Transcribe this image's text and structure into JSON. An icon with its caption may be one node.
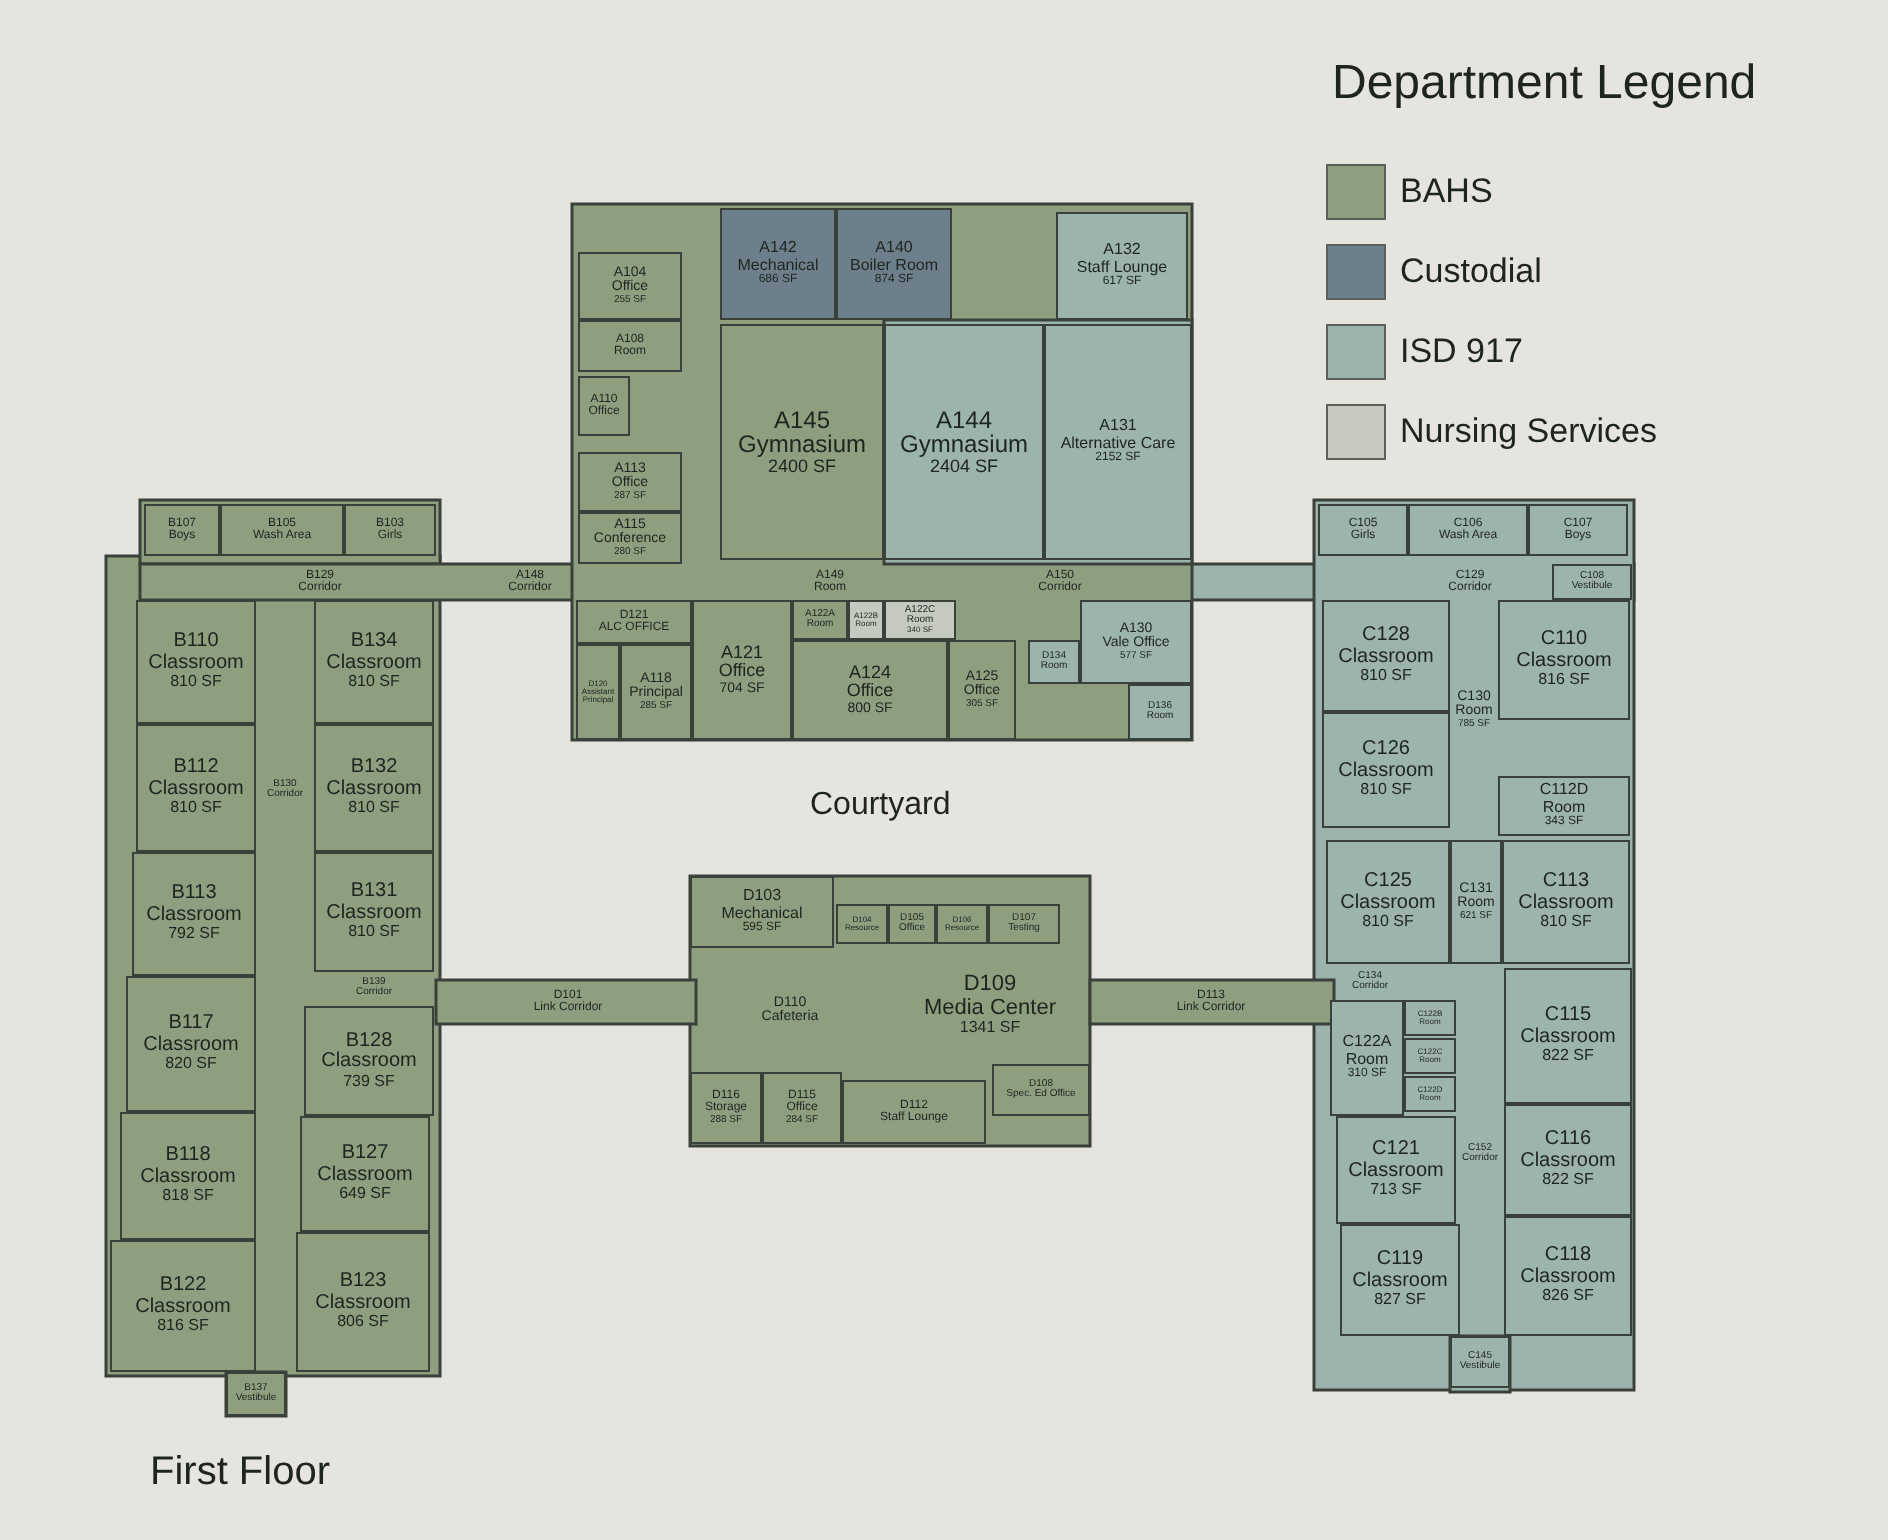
{
  "diagram": {
    "nodes": [
      {
        "text": [
          "A142",
          "Mechanical",
          "686 SF"
        ]
      },
      {
        "text": [
          "A140",
          "Boiler Room",
          "874 SF"
        ]
      },
      {
        "text": [
          "A132",
          "Staff Lounge",
          "617 SF"
        ]
      },
      {
        "text": [
          "A104",
          "Office",
          "255 SF"
        ]
      },
      {
        "text": [
          "A108",
          "Room"
        ]
      },
      {
        "text": [
          "A110",
          "Office"
        ]
      },
      {
        "text": [
          "A145",
          "Gymnasium",
          "2400 SF"
        ]
      },
      {
        "text": [
          "A144",
          "Gymnasium",
          "2404 SF"
        ]
      },
      {
        "text": [
          "A131",
          "Alternative Care",
          "2152 SF"
        ]
      },
      {
        "text": [
          "A113",
          "Office",
          "287 SF"
        ]
      },
      {
        "text": [
          "A115",
          "Conference",
          "280 SF"
        ]
      },
      {
        "text": [
          "B107",
          "Boys"
        ]
      },
      {
        "text": [
          "B105",
          "Wash Area"
        ]
      },
      {
        "text": [
          "B103",
          "Girls"
        ]
      },
      {
        "text": [
          "C105",
          "Girls"
        ]
      },
      {
        "text": [
          "C106",
          "Wash Area"
        ]
      },
      {
        "text": [
          "C107",
          "Boys"
        ]
      },
      {
        "text": [
          "B129",
          "Corridor"
        ]
      },
      {
        "text": [
          "A148",
          "Corridor"
        ]
      },
      {
        "text": [
          "A149",
          "Room"
        ]
      },
      {
        "text": [
          "A150",
          "Corridor"
        ]
      },
      {
        "text": [
          "C129",
          "Corridor"
        ]
      },
      {
        "text": [
          "C108",
          "Vestibule"
        ]
      },
      {
        "text": [
          "D121",
          "ALC OFFICE"
        ]
      },
      {
        "text": [
          "A122A",
          "Room"
        ]
      },
      {
        "text": [
          "A122B",
          "Room"
        ]
      },
      {
        "text": [
          "A122C",
          "Room",
          "340 SF"
        ]
      },
      {
        "text": [
          "A130",
          "Vale Office",
          "577 SF"
        ]
      },
      {
        "text": [
          "D120",
          "Assistant Principal"
        ]
      },
      {
        "text": [
          "A118",
          "Principal",
          "285 SF"
        ]
      },
      {
        "text": [
          "A121",
          "Office",
          "704 SF"
        ]
      },
      {
        "text": [
          "A124",
          "Office",
          "800 SF"
        ]
      },
      {
        "text": [
          "A125",
          "Office",
          "305 SF"
        ]
      },
      {
        "text": [
          "D134",
          "Room"
        ]
      },
      {
        "text": [
          "D136",
          "Room"
        ]
      },
      {
        "text": [
          "B110",
          "Classroom",
          "810 SF"
        ]
      },
      {
        "text": [
          "B134",
          "Classroom",
          "810 SF"
        ]
      },
      {
        "text": [
          "C128",
          "Classroom",
          "810 SF"
        ]
      },
      {
        "text": [
          "C130",
          "Room",
          "785 SF"
        ]
      },
      {
        "text": [
          "C110",
          "Classroom",
          "816 SF"
        ]
      },
      {
        "text": [
          "B112",
          "Classroom",
          "810 SF"
        ]
      },
      {
        "text": [
          "B130",
          "Corridor"
        ]
      },
      {
        "text": [
          "B132",
          "Classroom",
          "810 SF"
        ]
      },
      {
        "text": [
          "C126",
          "Classroom",
          "810 SF"
        ]
      },
      {
        "text": [
          "C112D",
          "Room",
          "343 SF"
        ]
      },
      {
        "text": [
          "B113",
          "Classroom",
          "792 SF"
        ]
      },
      {
        "text": [
          "B131",
          "Classroom",
          "810 SF"
        ]
      },
      {
        "text": [
          "C125",
          "Classroom",
          "810 SF"
        ]
      },
      {
        "text": [
          "C131",
          "Room",
          "621 SF"
        ]
      },
      {
        "text": [
          "C113",
          "Classroom",
          "810 SF"
        ]
      },
      {
        "text": [
          "D103",
          "Mechanical",
          "595 SF"
        ]
      },
      {
        "text": [
          "D104",
          "Resource"
        ]
      },
      {
        "text": [
          "D105",
          "Office"
        ]
      },
      {
        "text": [
          "D106",
          "Resource"
        ]
      },
      {
        "text": [
          "D107",
          "Testing"
        ]
      },
      {
        "text": [
          "B139",
          "Corridor"
        ]
      },
      {
        "text": [
          "C134",
          "Corridor"
        ]
      },
      {
        "text": [
          "D101",
          "Link Corridor"
        ]
      },
      {
        "text": [
          "D110",
          "Cafeteria"
        ]
      },
      {
        "text": [
          "D109",
          "Media Center",
          "1341 SF"
        ]
      },
      {
        "text": [
          "D113",
          "Link Corridor"
        ]
      },
      {
        "text": [
          "B117",
          "Classroom",
          "820 SF"
        ]
      },
      {
        "text": [
          "B128",
          "Classroom",
          "739 SF"
        ]
      },
      {
        "text": [
          "C122A",
          "Room",
          "310 SF"
        ]
      },
      {
        "text": [
          "C122B",
          "Room"
        ]
      },
      {
        "text": [
          "C122C",
          "Room"
        ]
      },
      {
        "text": [
          "C122D",
          "Room"
        ]
      },
      {
        "text": [
          "C115",
          "Classroom",
          "822 SF"
        ]
      },
      {
        "text": [
          "D116",
          "Storage",
          "288 SF"
        ]
      },
      {
        "text": [
          "D115",
          "Office",
          "284 SF"
        ]
      },
      {
        "text": [
          "D112",
          "Staff Lounge"
        ]
      },
      {
        "text": [
          "D108",
          "Spec. Ed Office"
        ]
      },
      {
        "text": [
          "B118",
          "Classroom",
          "818 SF"
        ]
      },
      {
        "text": [
          "B127",
          "Classroom",
          "649 SF"
        ]
      },
      {
        "text": [
          "C121",
          "Classroom",
          "713 SF"
        ]
      },
      {
        "text": [
          "C152",
          "Corridor"
        ]
      },
      {
        "text": [
          "C116",
          "Classroom",
          "822 SF"
        ]
      },
      {
        "text": [
          "B122",
          "Classroom",
          "816 SF"
        ]
      },
      {
        "text": [
          "B123",
          "Classroom",
          "806 SF"
        ]
      },
      {
        "text": [
          "C119",
          "Classroom",
          "827 SF"
        ]
      },
      {
        "text": [
          "C118",
          "Classroom",
          "826 SF"
        ]
      },
      {
        "text": [
          "B137",
          "Vestibule"
        ]
      },
      {
        "text": [
          "C145",
          "Vestibule"
        ]
      }
    ],
    "labels": [
      "Department Legend",
      "Courtyard",
      "First Floor"
    ],
    "legend": [
      {
        "text": "BAHS",
        "color": "#8e9f7f"
      },
      {
        "text": "Custodial",
        "color": "#6e7f8c"
      },
      {
        "text": "ISD 917",
        "color": "#9db3ad"
      },
      {
        "text": "Nursing Services",
        "color": "#c6c9bf"
      }
    ]
  }
}
